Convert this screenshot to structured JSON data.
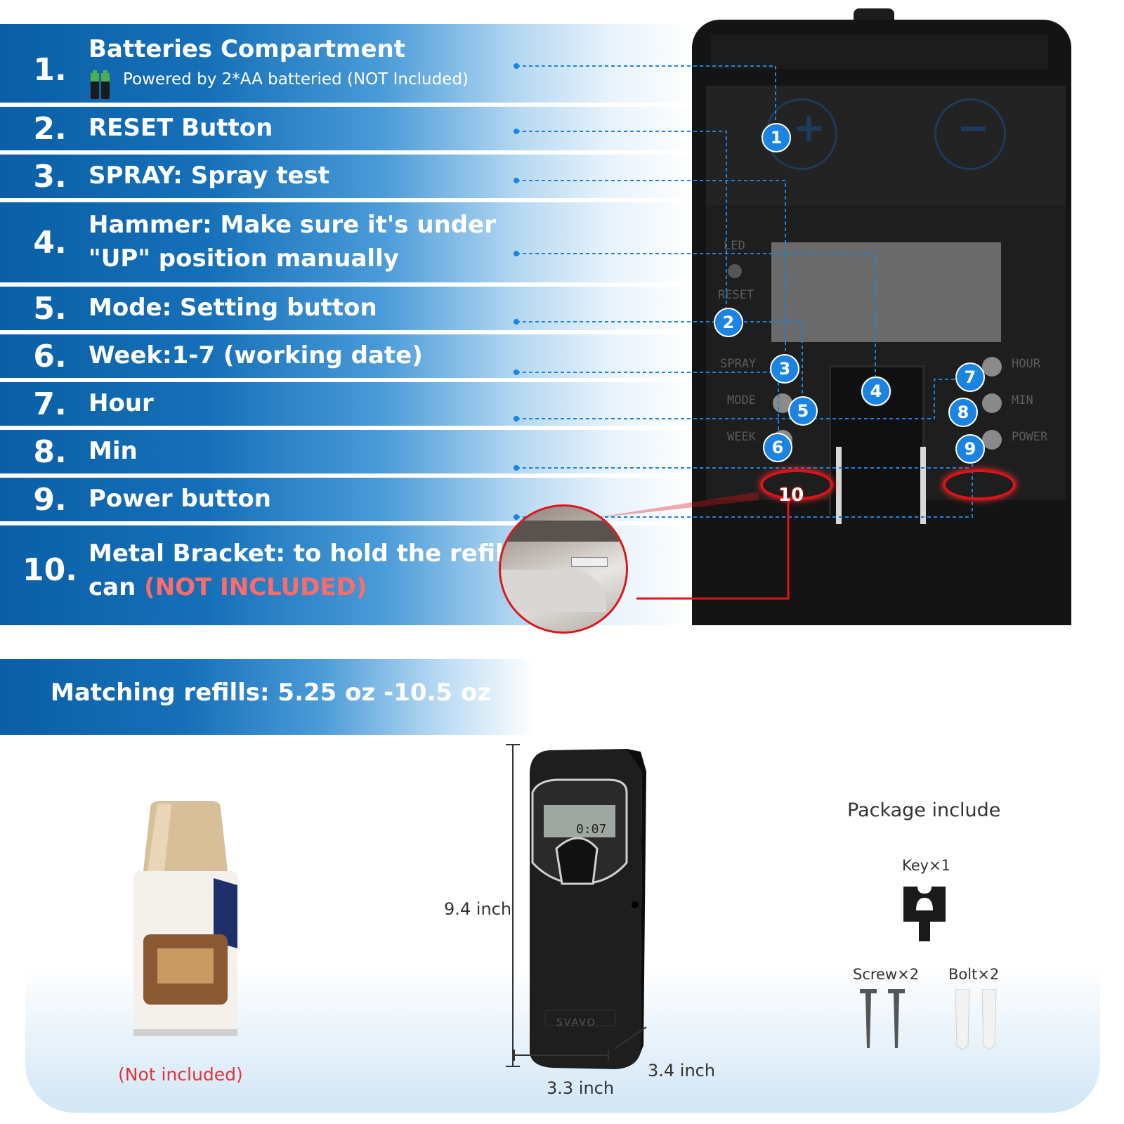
{
  "features": [
    {
      "num": "1.",
      "label": "Batteries Compartment",
      "sub": "Powered by 2*AA batteried",
      "sub_note": "(NOT Included)"
    },
    {
      "num": "2.",
      "label": "RESET Button"
    },
    {
      "num": "3.",
      "label": "SPRAY: Spray test"
    },
    {
      "num": "4.",
      "label_line1": "Hammer: Make sure it's under",
      "label_line2": "\"UP\" position manually"
    },
    {
      "num": "5.",
      "label": "Mode: Setting button"
    },
    {
      "num": "6.",
      "label": "Week:1-7 (working date)"
    },
    {
      "num": "7.",
      "label": "Hour"
    },
    {
      "num": "8.",
      "label": "Min"
    },
    {
      "num": "9.",
      "label": "Power button"
    },
    {
      "num": "10.",
      "label_line1": "Metal Bracket: to hold the refill",
      "label_line2_prefix": "can",
      "label_line2_red": "(NOT INCLUDED)"
    }
  ],
  "device_labels": {
    "led": "LED",
    "reset": "RESET",
    "spray": "SPRAY",
    "mode": "MODE",
    "week": "WEEK",
    "hour": "HOUR",
    "min": "MIN",
    "power": "POWER",
    "plus": "+",
    "minus": "−"
  },
  "markers": [
    "1",
    "2",
    "3",
    "4",
    "5",
    "6",
    "7",
    "8",
    "9",
    "10"
  ],
  "refill_banner": "Matching refills: 5.25 oz -10.5 oz",
  "refill_caption": "(Not included)",
  "dimensions": {
    "height": "9.4 inch",
    "width": "3.3 inch",
    "depth": "3.4 inch"
  },
  "device_brand": "SVAVO",
  "device_time": "0:07",
  "package": {
    "title": "Package include",
    "key": "Key×1",
    "screw": "Screw×2",
    "bolt": "Bolt×2"
  },
  "colors": {
    "primary_blue": "#0a5fa6",
    "marker_blue": "#1b84e0",
    "accent_red": "#e0121a"
  }
}
